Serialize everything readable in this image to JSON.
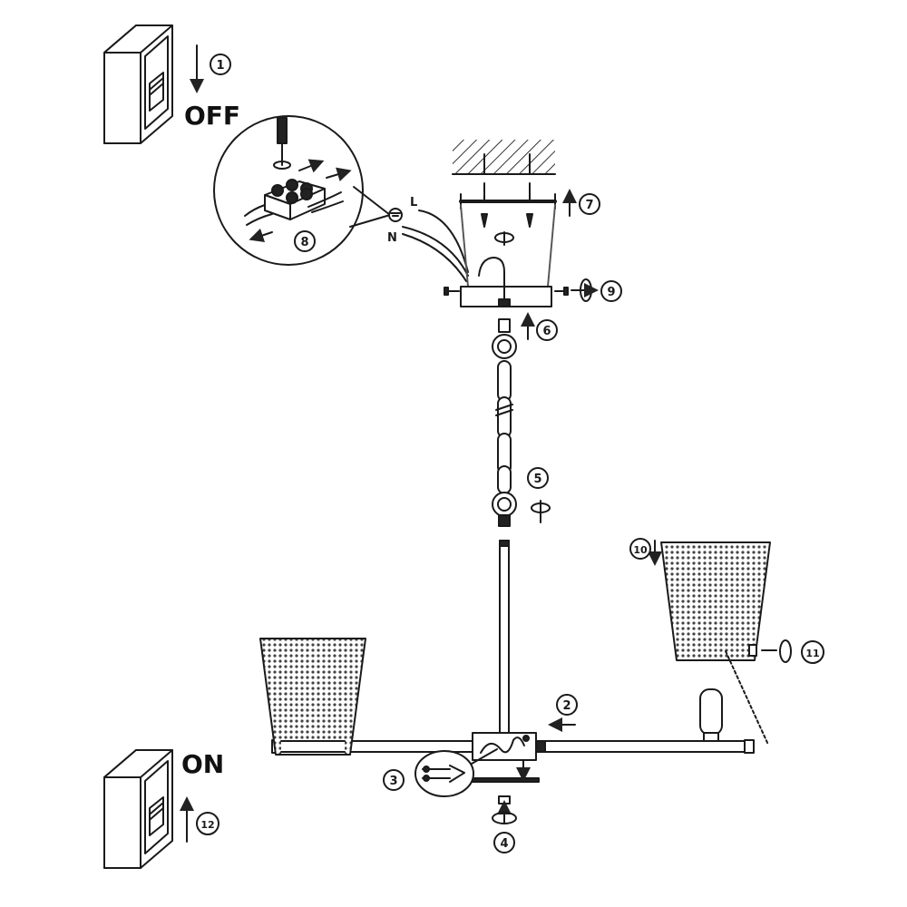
{
  "switch_off": {
    "state_label": "OFF"
  },
  "switch_on": {
    "state_label": "ON"
  },
  "wire_labels": {
    "live": "L",
    "neutral": "N"
  },
  "steps": [
    {
      "num": "1"
    },
    {
      "num": "2"
    },
    {
      "num": "3"
    },
    {
      "num": "4"
    },
    {
      "num": "5"
    },
    {
      "num": "6"
    },
    {
      "num": "7"
    },
    {
      "num": "8"
    },
    {
      "num": "9"
    },
    {
      "num": "10"
    },
    {
      "num": "11"
    },
    {
      "num": "12"
    }
  ],
  "icons": [
    "power-switch-icon",
    "screwdriver-icon",
    "ground-symbol-icon",
    "rotate-icon",
    "arrow-icon"
  ],
  "colors": {
    "line": "#1a1a1a",
    "fill": "#ffffff",
    "hatch": "#555555"
  }
}
